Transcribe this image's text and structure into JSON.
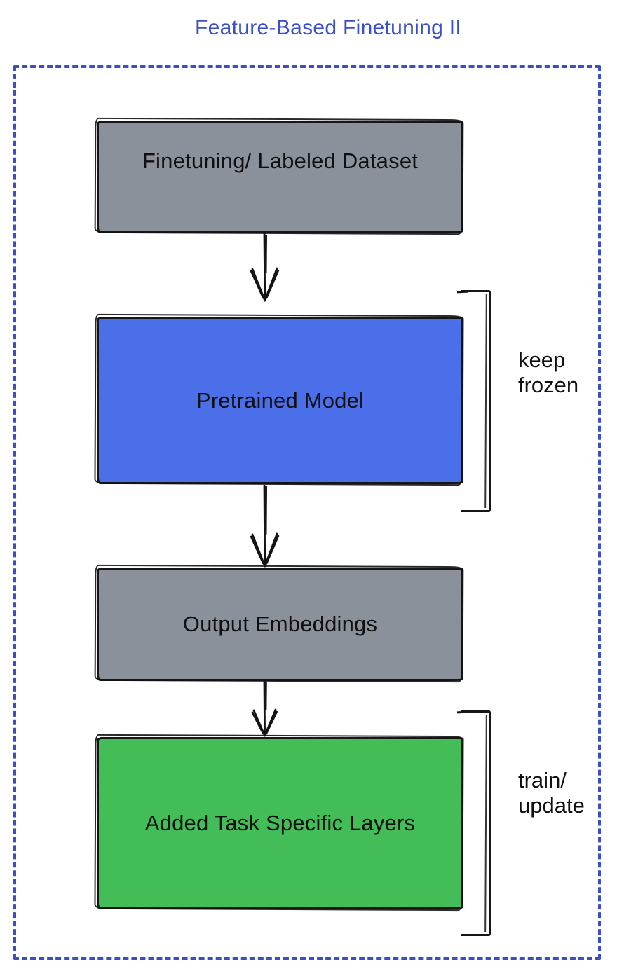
{
  "title": "Feature-Based Finetuning II",
  "colors": {
    "title_text": "#3b4ec9",
    "frame_border": "#3b4ec9",
    "node_gray": "#8a919b",
    "node_blue": "#4a6fe9",
    "node_green": "#42bd58",
    "sketch_stroke": "#161616",
    "label_text": "#101010"
  },
  "nodes": [
    {
      "id": "finetuning-dataset",
      "label": "Finetuning/ Labeled Dataset",
      "fill": "#8a919b"
    },
    {
      "id": "pretrained-model",
      "label": "Pretrained Model",
      "fill": "#4a6fe9"
    },
    {
      "id": "output-embeddings",
      "label": "Output Embeddings",
      "fill": "#8a919b"
    },
    {
      "id": "task-specific-layers",
      "label": "Added Task Specific Layers",
      "fill": "#42bd58"
    }
  ],
  "edges": [
    {
      "from": "finetuning-dataset",
      "to": "pretrained-model"
    },
    {
      "from": "pretrained-model",
      "to": "output-embeddings"
    },
    {
      "from": "output-embeddings",
      "to": "task-specific-layers"
    }
  ],
  "annotations": [
    {
      "id": "keep-frozen",
      "label": "keep frozen",
      "applies_to": "pretrained-model"
    },
    {
      "id": "train-update",
      "label": "train/ update",
      "applies_to": "task-specific-layers"
    }
  ]
}
